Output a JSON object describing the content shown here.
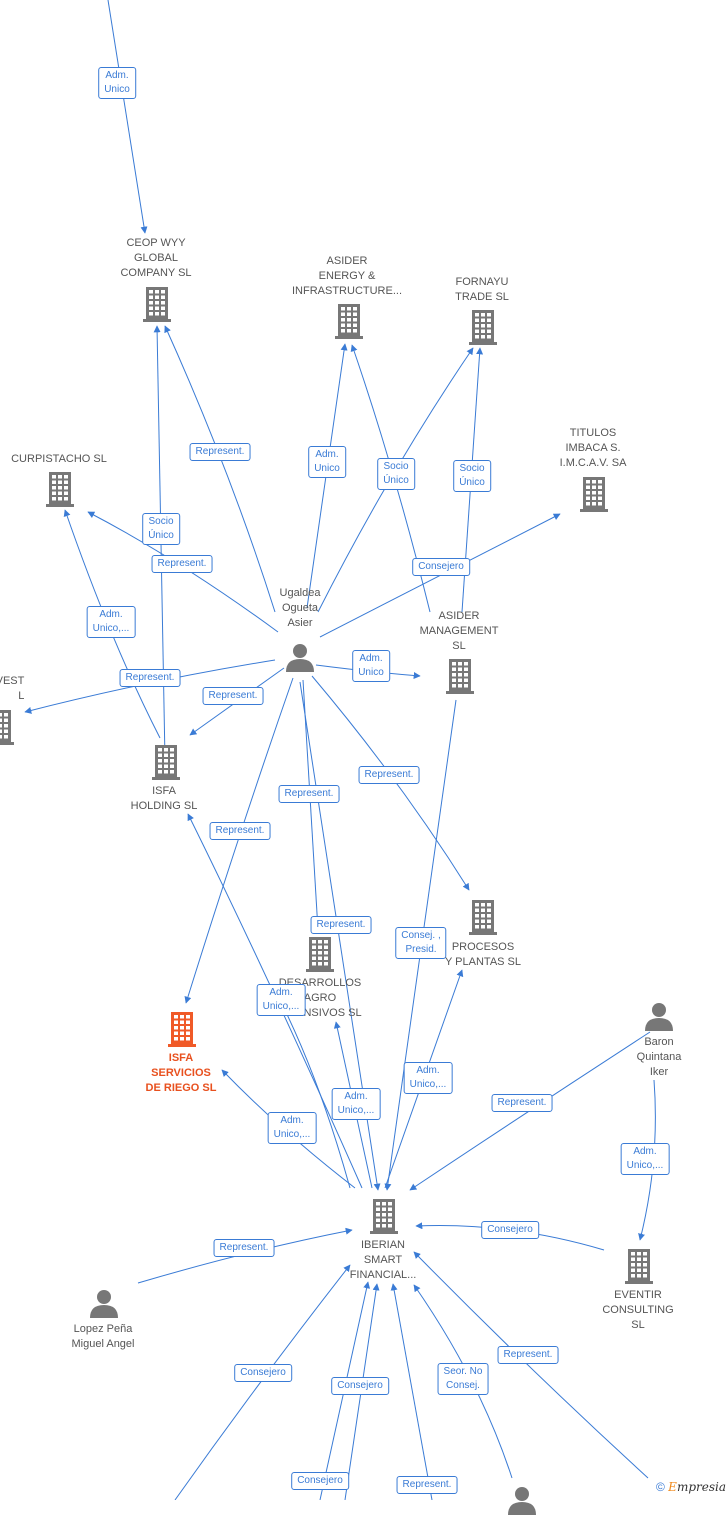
{
  "colors": {
    "edge": "#3a7bd5",
    "node": "#777777",
    "highlight": "#f05a28",
    "text": "#555555"
  },
  "nodes": {
    "ceop": "CEOP WYY\nGLOBAL\nCOMPANY SL",
    "asider_energy": "ASIDER\nENERGY &\nINFRASTRUCTURE...",
    "fornayu": "FORNAYU\nTRADE  SL",
    "titulos": "TITULOS\nIMBACA S.\nI.M.C.A.V. SA",
    "curpistacho": "CURPISTACHO SL",
    "ugaldea": "Ugaldea\nOgueta\nAsier",
    "asider_mgmt": "ASIDER\nMANAGEMENT\nSL",
    "vest": "VEST\nL",
    "isfa_holding": "ISFA\nHOLDING  SL",
    "procesos": "PROCESOS\nY PLANTAS  SL",
    "desarrollos": "DESARROLLOS\nAGRO\nINTENSIVOS  SL",
    "baron": "Baron\nQuintana\nIker",
    "isfa_riego": "ISFA\nSERVICIOS\nDE RIEGO  SL",
    "iberian": "IBERIAN\nSMART\nFINANCIAL...",
    "eventir": "EVENTIR\nCONSULTING\nSL",
    "lopez": "Lopez Peña\nMiguel Angel"
  },
  "edges": {
    "e1": "Adm.\nUnico",
    "e2": "Represent.",
    "e3": "Adm.\nUnico",
    "e4": "Socio\nÚnico",
    "e5": "Socio\nÚnico",
    "e6": "Socio\nÚnico",
    "e7": "Represent.",
    "e8": "Consejero",
    "e9": "Adm.\nUnico,...",
    "e10": "Represent.",
    "e11": "Represent.",
    "e12": "Adm.\nUnico",
    "e13": "Represent.",
    "e14": "Represent.",
    "e15": "Represent.",
    "e16": "Represent.",
    "e17": "Consej. ,\nPresid.",
    "e18": "Adm.\nUnico,...",
    "e19": "Adm.\nUnico,...",
    "e20": "Adm.\nUnico,...",
    "e21": "Adm.\nUnico,...",
    "e22": "Represent.",
    "e23": "Adm.\nUnico,...",
    "e24": "Represent.",
    "e25": "Consejero",
    "e26": "Consejero",
    "e27": "Consejero",
    "e28": "Seor.  No\nConsej.",
    "e29": "Represent.",
    "e30": "Consejero",
    "e31": "Represent."
  },
  "footer": {
    "copyright": "©",
    "brand_first": "E",
    "brand_rest": "mpresia"
  }
}
